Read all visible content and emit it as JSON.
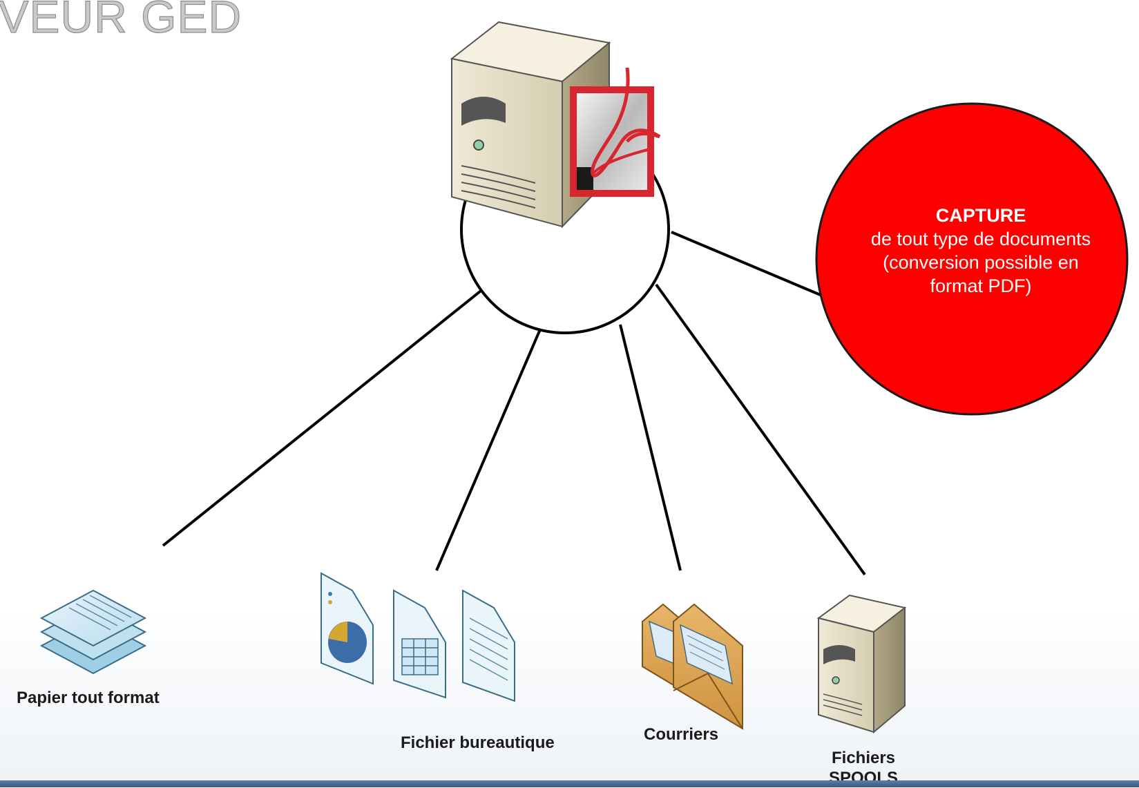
{
  "title": "RVEUR GED",
  "capture": {
    "heading": "CAPTURE",
    "line1": "de tout type de documents",
    "line2": "(conversion possible en",
    "line3": "format PDF)",
    "fill_color": "#ff0000"
  },
  "sources": {
    "paper": "Papier tout format",
    "office": "Fichier bureautique",
    "mail": "Courriers",
    "spools_line1": "Fichiers",
    "spools_line2": "SPOOLS"
  },
  "icons": {
    "server": "server-icon",
    "pdf": "adobe-pdf-icon",
    "paper": "paper-stack-icon",
    "office": "office-documents-icon",
    "mail": "envelope-icon",
    "spools": "spool-server-icon"
  }
}
